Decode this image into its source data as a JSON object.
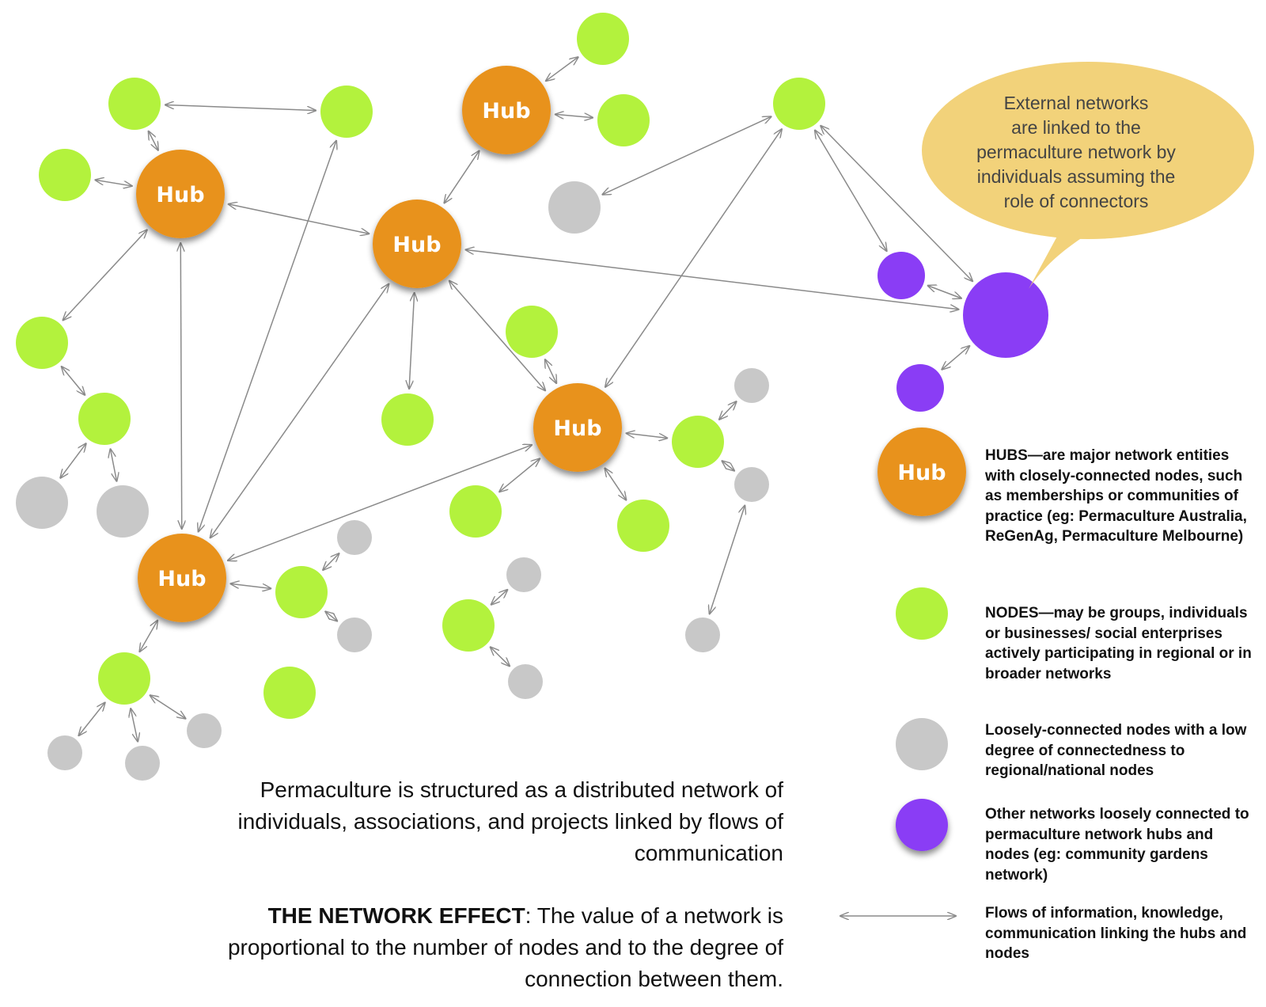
{
  "hub_label": "Hub",
  "callout": {
    "lines": [
      "External networks",
      "are linked to the",
      "permaculture network by",
      "individuals assuming the",
      "role of connectors"
    ]
  },
  "caption": {
    "structure_text": "Permaculture is structured as a distributed network of individuals, associations, and projects linked by flows of communication",
    "effect_title": "THE NETWORK EFFECT",
    "effect_text": ": The value of a network is proportional to the number of nodes and to the degree of connection between them."
  },
  "legend": {
    "hub": "HUBS—are major network entities with closely-connected nodes, such as memberships or communities of practice (eg: Permaculture Australia, ReGenAg, Permaculture Melbourne)",
    "node": "NODES—may be groups, individuals or businesses/ social enterprises actively participating in regional or in broader networks",
    "loose": "Loosely-connected nodes with a low degree of connectedness to regional/national nodes",
    "other": "Other networks loosely connected to permaculture network hubs and nodes (eg: community gardens network)",
    "flow": "Flows of information, knowledge, communication linking the hubs and nodes"
  },
  "colors": {
    "hub": "#E8921F",
    "node": "#B3F23D",
    "loose": "#C8C8C8",
    "other": "#8A3DF5",
    "callout": "#F2D27A",
    "arrow": "#8A8A8A"
  }
}
